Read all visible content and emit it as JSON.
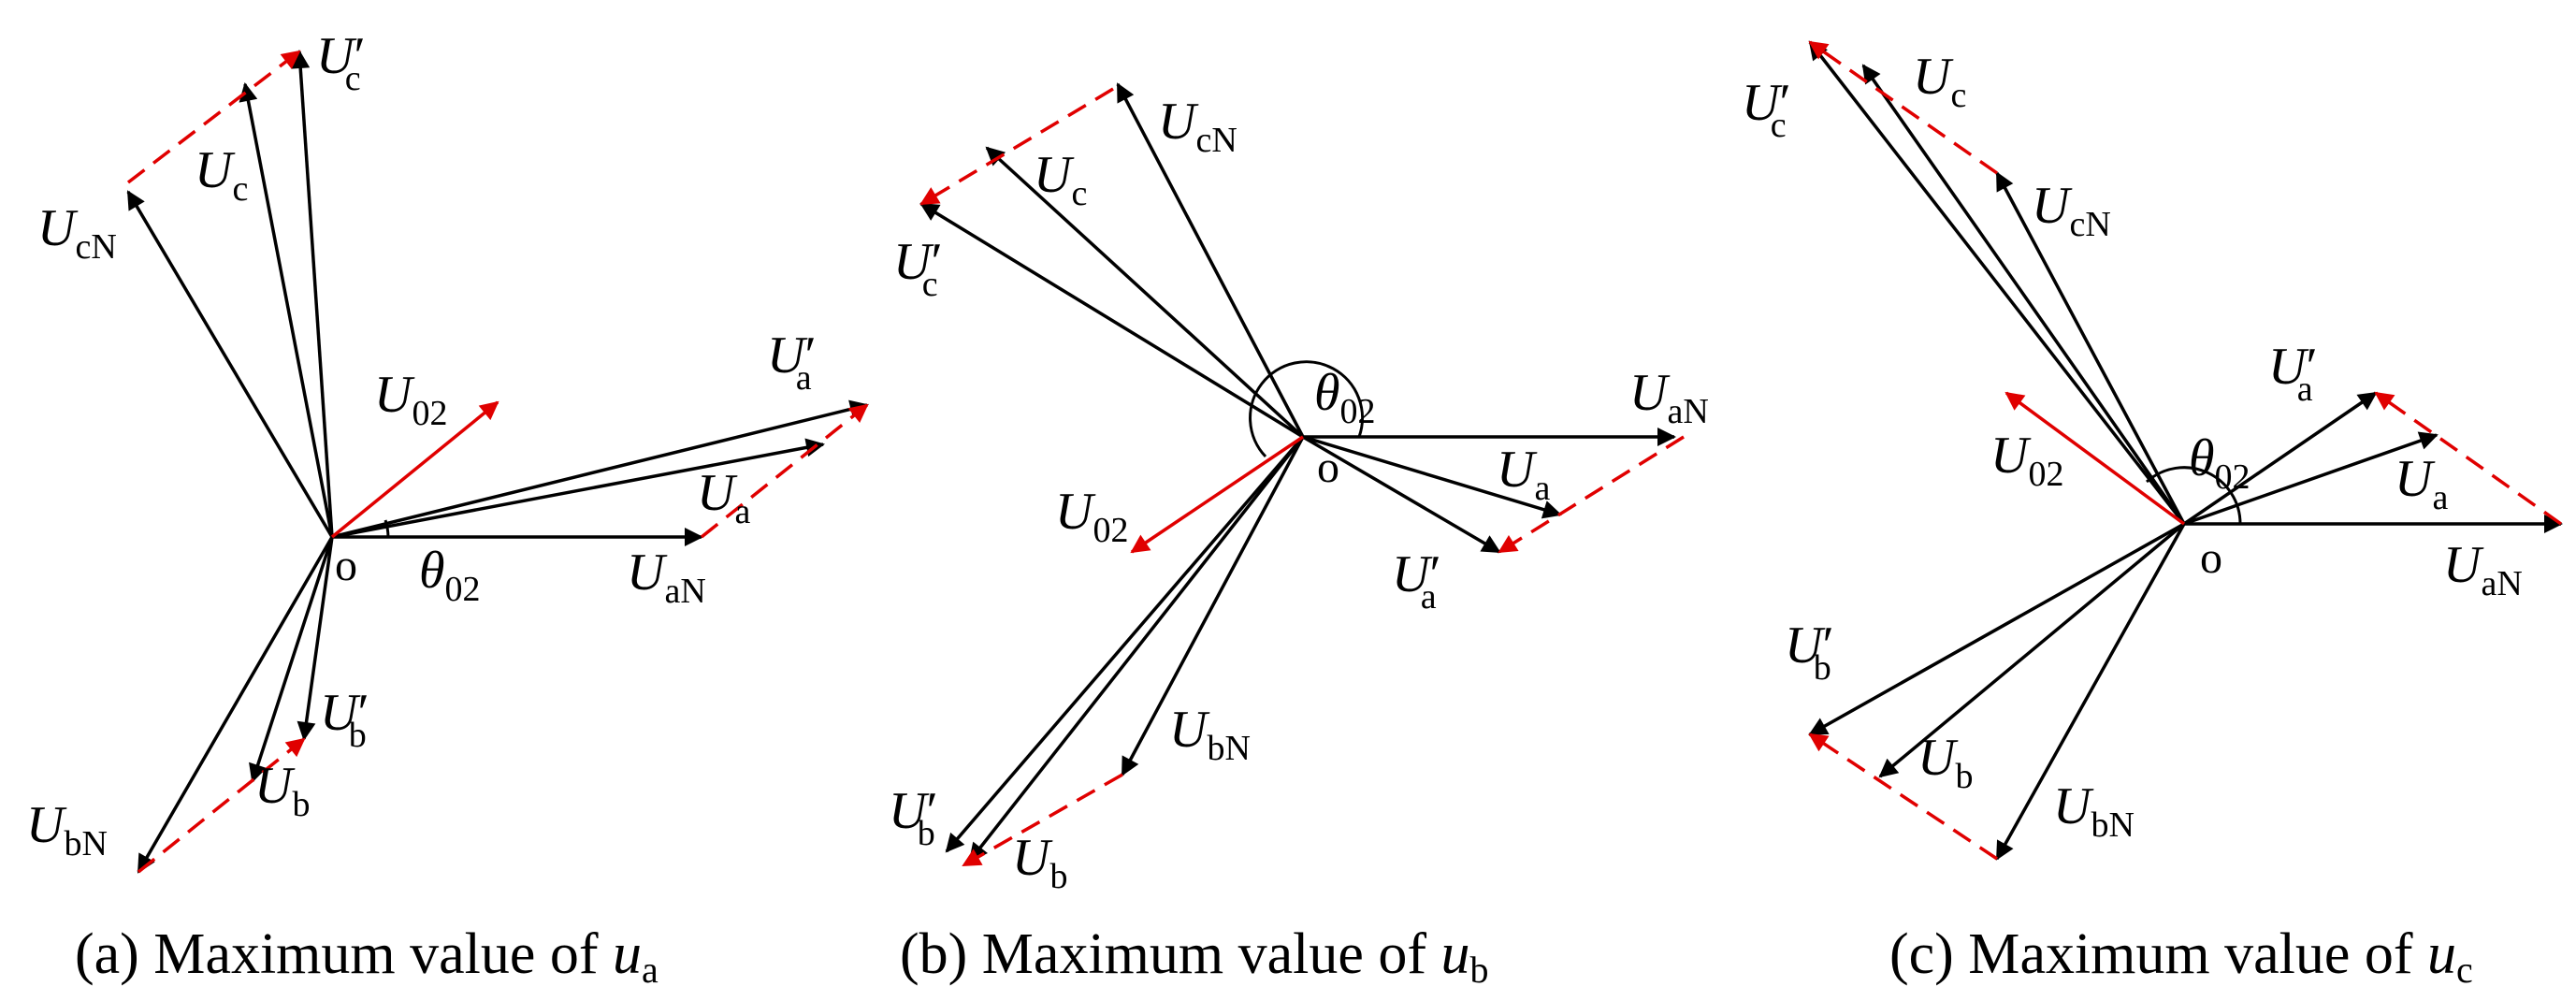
{
  "colors": {
    "phasor": "#000000",
    "offset": "#e00000"
  },
  "panels": [
    {
      "caption": {
        "prefix": "(a) Maximum value of ",
        "var": "u",
        "sub": "a"
      },
      "origin_label": "o",
      "angle_label": {
        "sym": "θ",
        "sub": "02"
      },
      "labels": {
        "UcPrime": {
          "sym": "U",
          "prime": "′",
          "sub": "c"
        },
        "Uc": {
          "sym": "U",
          "sub": "c"
        },
        "UcN": {
          "sym": "U",
          "sub": "cN"
        },
        "U02": {
          "sym": "U",
          "sub": "02"
        },
        "UaPrime": {
          "sym": "U",
          "prime": "′",
          "sub": "a"
        },
        "Ua": {
          "sym": "U",
          "sub": "a"
        },
        "UaN": {
          "sym": "U",
          "sub": "aN"
        },
        "UbPrime": {
          "sym": "U",
          "prime": "′",
          "sub": "b"
        },
        "Ub": {
          "sym": "U",
          "sub": "b"
        },
        "UbN": {
          "sym": "U",
          "sub": "bN"
        }
      }
    },
    {
      "caption": {
        "prefix": "(b) Maximum value of ",
        "var": "u",
        "sub": "b"
      },
      "origin_label": "o",
      "angle_label": {
        "sym": "θ",
        "sub": "02"
      },
      "labels": {
        "UcN": {
          "sym": "U",
          "sub": "cN"
        },
        "Uc": {
          "sym": "U",
          "sub": "c"
        },
        "UcPrime": {
          "sym": "U",
          "prime": "′",
          "sub": "c"
        },
        "UaN": {
          "sym": "U",
          "sub": "aN"
        },
        "Ua": {
          "sym": "U",
          "sub": "a"
        },
        "UaPrime": {
          "sym": "U",
          "prime": "′",
          "sub": "a"
        },
        "U02": {
          "sym": "U",
          "sub": "02"
        },
        "UbN": {
          "sym": "U",
          "sub": "bN"
        },
        "UbPrime": {
          "sym": "U",
          "prime": "′",
          "sub": "b"
        },
        "Ub": {
          "sym": "U",
          "sub": "b"
        }
      }
    },
    {
      "caption": {
        "prefix": "(c) Maximum value of ",
        "var": "u",
        "sub": "c"
      },
      "origin_label": "o",
      "angle_label": {
        "sym": "θ",
        "sub": "02"
      },
      "labels": {
        "UcPrime": {
          "sym": "U",
          "prime": "′",
          "sub": "c"
        },
        "Uc": {
          "sym": "U",
          "sub": "c"
        },
        "UcN": {
          "sym": "U",
          "sub": "cN"
        },
        "U02": {
          "sym": "U",
          "sub": "02"
        },
        "UaPrime": {
          "sym": "U",
          "prime": "′",
          "sub": "a"
        },
        "Ua": {
          "sym": "U",
          "sub": "a"
        },
        "UaN": {
          "sym": "U",
          "sub": "aN"
        },
        "UbPrime": {
          "sym": "U",
          "prime": "′",
          "sub": "b"
        },
        "Ub": {
          "sym": "U",
          "sub": "b"
        },
        "UbN": {
          "sym": "U",
          "sub": "bN"
        }
      }
    }
  ]
}
